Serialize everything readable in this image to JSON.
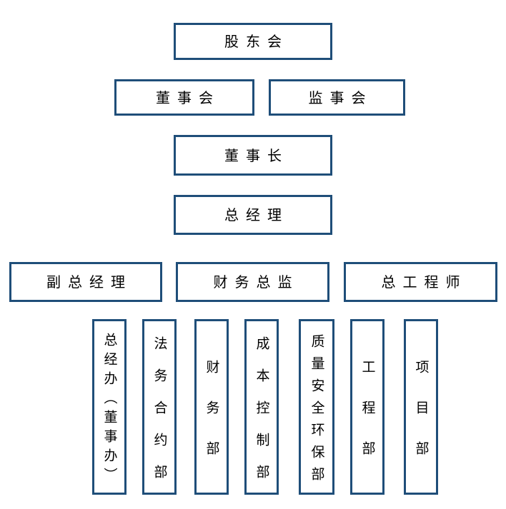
{
  "diagram": {
    "type": "org-chart",
    "nodes": {
      "shareholders_meeting": "股东会",
      "board_of_directors": "董事会",
      "supervisory_board": "监事会",
      "chairman": "董事长",
      "general_manager": "总经理",
      "deputy_general_manager": "副总经理",
      "finance_director": "财务总监",
      "chief_engineer": "总工程师"
    },
    "departments": [
      {
        "label": "总经办（董事办）"
      },
      {
        "label": "法务合约部"
      },
      {
        "label": "财务部"
      },
      {
        "label": "成本控制部"
      },
      {
        "label": "质量安全环保部"
      },
      {
        "label": "工程部"
      },
      {
        "label": "项目部"
      }
    ]
  },
  "colors": {
    "box_border": "#1F4E79",
    "text": "#000000",
    "background": "#FFFFFF"
  }
}
